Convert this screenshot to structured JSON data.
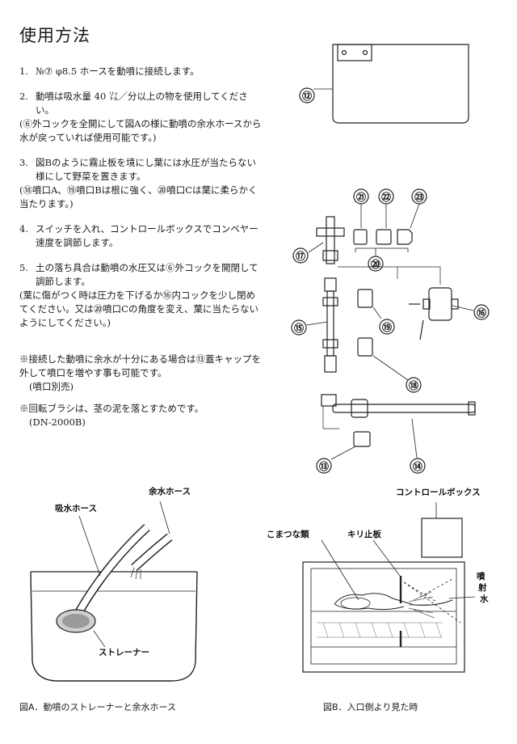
{
  "title": "使用方法",
  "steps": [
    {
      "num": "1.",
      "text": "№⑦ φ8.5 ホースを動噴に接続します。"
    },
    {
      "num": "2.",
      "text": "動噴は吸水量 40 ㍑／分以上の物を使用してください。"
    },
    {
      "num": "3.",
      "text": "図Bのように霧止板を境にし葉には水圧が当たらない様にして野菜を置きます。"
    },
    {
      "num": "4.",
      "text": "スイッチを入れ、コントロールボックスでコンベヤー速度を調節します。"
    },
    {
      "num": "5.",
      "text": "土の落ち具合は動噴の水圧又は⑥外コックを開閉して調節します。"
    }
  ],
  "notes": {
    "step2": "(⑥外コックを全開にして図Aの様に動噴の余水ホースから水が戻っていれば使用可能です。)",
    "step3": "(⑱噴口A、⑲噴口Bは根に強く、⑳噴口Cは葉に柔らかく当たります。)",
    "step5": "(葉に傷がつく時は圧力を下げるか⑯内コックを少し閉めてください。又は⑳噴口Cの角度を変え、葉に当たらないようにしてください。)"
  },
  "remarks": {
    "nozzle": "※接続した動噴に余水が十分にある場合は⑬蓋キャップを外して噴口を増やす事も可能です。",
    "nozzle_sub": "(噴口別売)",
    "brush": "※回転ブラシは、茎の泥を落とすためです。",
    "brush_sub": "(DN-2000B)"
  },
  "parts": {
    "p12": "⑫",
    "p13": "⑬",
    "p14": "⑭",
    "p15": "⑮",
    "p16": "⑯",
    "p17": "⑰",
    "p18": "⑱",
    "p19": "⑲",
    "p20": "⑳",
    "p21": "㉑",
    "p22": "㉒",
    "p23": "㉓"
  },
  "figA": {
    "label_overflow_hose": "余水ホース",
    "label_suction_hose": "吸水ホース",
    "label_strainer": "ストレーナー",
    "caption": "図A．動噴のストレーナーと余水ホース"
  },
  "figB": {
    "label_control_box": "コントロールボックス",
    "label_komatsuna": "こまつな類",
    "label_mist_plate": "キリ止板",
    "label_spray_1": "噴",
    "label_spray_2": "射",
    "label_spray_3": "水",
    "caption": "図B．入口側より見た時"
  }
}
